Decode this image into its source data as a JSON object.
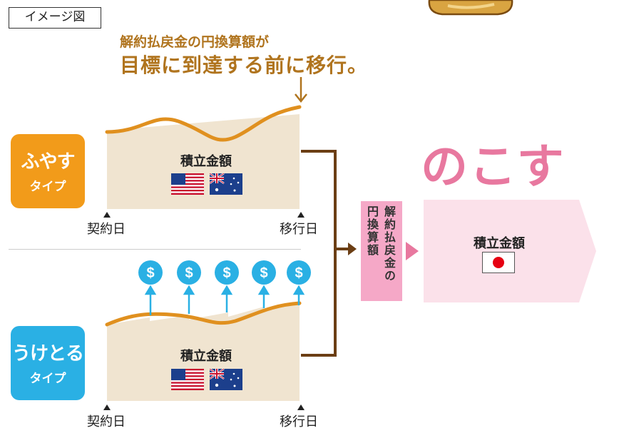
{
  "image_label": "イメージ図",
  "callout": {
    "line1": "解約払戻金の円換算額が",
    "line2": "目標に到達する前に移行。"
  },
  "fuyasu": {
    "badge_main": "ふやす",
    "badge_sub": "タイプ",
    "fund_label": "積立金額",
    "start_label": "契約日",
    "end_label": "移行日"
  },
  "uketoru": {
    "badge_main": "うけとる",
    "badge_sub": "タイプ",
    "fund_label": "積立金額",
    "start_label": "契約日",
    "end_label": "移行日",
    "payout_symbol": "$"
  },
  "conversion": {
    "col1": "解約払戻金の",
    "col2": "円換算額"
  },
  "nokosu": "のこす",
  "japan_fund_label": "積立金額",
  "colors": {
    "orange": "#f29b1a",
    "blue": "#2ab0e4",
    "pink": "#e8789f",
    "light_pink": "#fbe1ea",
    "beige": "#f0e4d0",
    "curve": "#e0901f",
    "connector": "#6b3e14",
    "callout_text": "#b0741e"
  },
  "icons": {
    "flags": [
      "us-flag-icon",
      "australia-flag-icon",
      "japan-flag-icon"
    ],
    "payout": "dollar-coin-icon"
  }
}
